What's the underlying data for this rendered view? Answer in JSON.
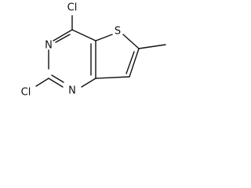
{
  "molecule": {
    "atoms": {
      "cl_top": "Cl",
      "cl_left": "Cl",
      "n_upper": "N",
      "n_lower": "N",
      "s": "S"
    }
  },
  "colors": {
    "ink": "#111111",
    "background": "#ffffff"
  }
}
